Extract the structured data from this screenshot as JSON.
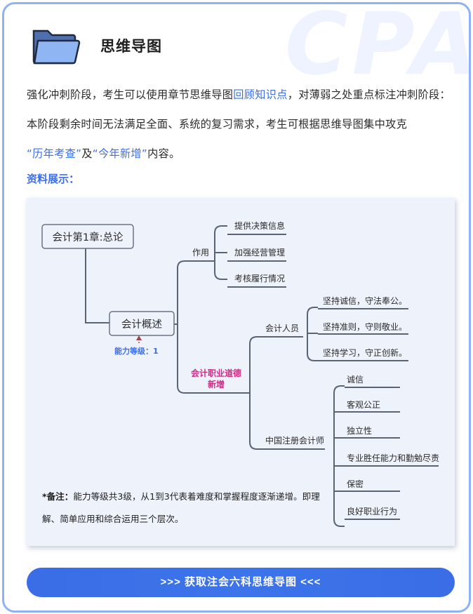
{
  "header": {
    "title": "思维导图",
    "watermark": "CPA",
    "icon": "folder-icon"
  },
  "intro": {
    "part1": "强化冲刺阶段，考生可以使用章节思维导图",
    "link1": "回顾知识点",
    "part2": "，对薄弱之处重点标注冲刺阶段：本阶段剩余时间无法满足全面、系统的复习需求，考生可根据思维导图集中攻克",
    "quote1": "“历年考查”",
    "part3": "及",
    "quote2": "“今年新增”",
    "part4": "内容。"
  },
  "section_label": "资料展示：",
  "mindmap": {
    "root": "会计第1章:总论",
    "main": "会计概述",
    "level": "能力等级：1",
    "branch_role": "作用",
    "role_items": [
      "提供决策信息",
      "加强经营管理",
      "考核履行情况"
    ],
    "branch_ethics": [
      "会计职业道德",
      "新增"
    ],
    "accountants": "会计人员",
    "accountant_items": [
      "坚持诚信，守法奉公。",
      "坚持准则，守则敬业。",
      "坚持学习，守正创新。"
    ],
    "cpa": "中国注册会计师",
    "cpa_items": [
      "诚信",
      "客观公正",
      "独立性",
      "专业胜任能力和勤勉尽责",
      "保密",
      "良好职业行为"
    ],
    "note_label": "*备注：",
    "note_text": "能力等级共3级，从1到3代表着难度和掌握程度逐渐递增。即理解、简单应用和综合运用三个层次。"
  },
  "cta": {
    "label": ">>>  获取注会六科思维导图  <<<"
  },
  "colors": {
    "accent": "#3d6ee8",
    "new_tag": "#cc2d86",
    "line": "#5b6475",
    "card_bg": "#edf2fb"
  }
}
